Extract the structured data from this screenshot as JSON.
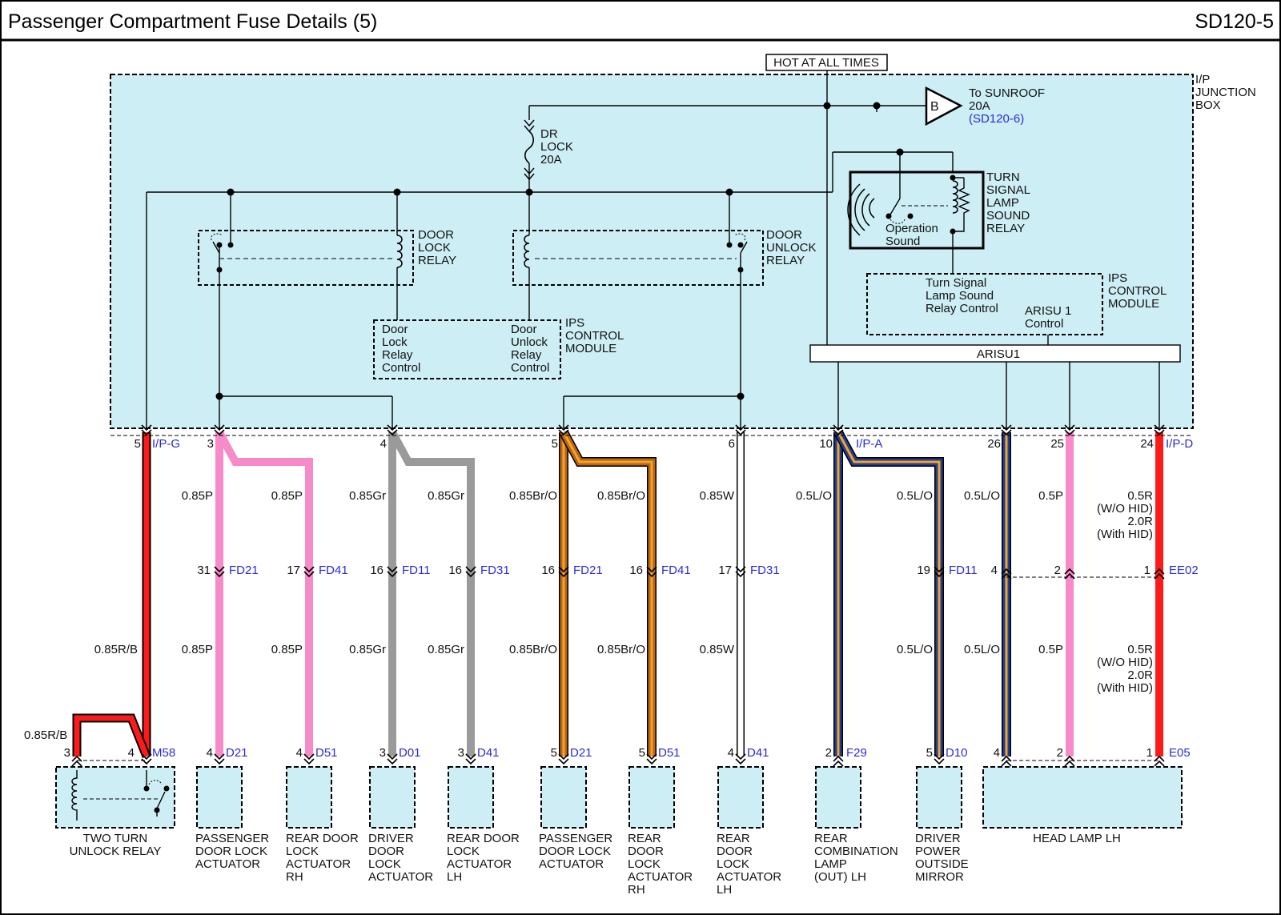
{
  "header": {
    "title": "Passenger Compartment Fuse Details (5)",
    "code": "SD120-5"
  },
  "colors": {
    "box_fill": "#cdeef4",
    "pink": "#f78ac8",
    "red": "#ff1a1a",
    "gray": "#9a9a9a",
    "brown": "#b5651d",
    "orange": "#f7a41d",
    "navy": "#1e3e9a",
    "white": "#ffffff"
  },
  "top": {
    "hot": "HOT AT ALL TIMES",
    "junction": [
      "I/P",
      "JUNCTION",
      "BOX"
    ],
    "sunroof": {
      "letter": "B",
      "lines": [
        "To SUNROOF",
        "20A"
      ],
      "ref": "(SD120-6)"
    },
    "fuse": [
      "DR",
      "LOCK",
      "20A"
    ],
    "door_lock_relay": [
      "DOOR",
      "LOCK",
      "RELAY"
    ],
    "door_unlock_relay": [
      "DOOR",
      "UNLOCK",
      "RELAY"
    ],
    "ips1": {
      "left": [
        "Door",
        "Lock",
        "Relay",
        "Control"
      ],
      "right": [
        "Door",
        "Unlock",
        "Relay",
        "Control"
      ],
      "name": [
        "IPS",
        "CONTROL",
        "MODULE"
      ]
    },
    "turn_relay": {
      "name": [
        "TURN",
        "SIGNAL",
        "LAMP",
        "SOUND",
        "RELAY"
      ],
      "inner": [
        "Operation",
        "Sound"
      ]
    },
    "ips2": {
      "left": [
        "Turn Signal",
        "Lamp Sound",
        "Relay Control"
      ],
      "right": [
        "ARISU 1",
        "Control"
      ],
      "name": [
        "IPS",
        "CONTROL",
        "MODULE"
      ]
    },
    "arisu": "ARISU1"
  },
  "connectors": {
    "ipg": "I/P-G",
    "ipa": "I/P-A",
    "ipd": "I/P-D",
    "fd21": "FD21",
    "fd41": "FD41",
    "fd11": "FD11",
    "fd31": "FD31",
    "ee02": "EE02",
    "m58": "M58",
    "d21": "D21",
    "d51": "D51",
    "d01": "D01",
    "d41": "D41",
    "f29": "F29",
    "d10": "D10",
    "e05": "E05"
  },
  "pins": {
    "ip": [
      "5",
      "3",
      "4",
      "5",
      "6",
      "10",
      "26",
      "25",
      "24"
    ],
    "mid": [
      "31",
      "17",
      "16",
      "16",
      "16",
      "16",
      "17",
      "19",
      "4",
      "2",
      "1"
    ],
    "bottom": [
      "3",
      "4",
      "4",
      "4",
      "3",
      "3",
      "5",
      "5",
      "4",
      "2",
      "5",
      "4",
      "2",
      "1"
    ]
  },
  "wires": {
    "upper": [
      "0.85P",
      "0.85P",
      "0.85Gr",
      "0.85Gr",
      "0.85Br/O",
      "0.85Br/O",
      "0.85W",
      "0.5L/O",
      "0.5L/O",
      "0.5L/O",
      "0.5P"
    ],
    "lower": [
      "0.85R/B",
      "0.85P",
      "0.85P",
      "0.85Gr",
      "0.85Gr",
      "0.85Br/O",
      "0.85Br/O",
      "0.85W",
      "0.5L/O",
      "0.5L/O",
      "0.5P"
    ],
    "red_spec": [
      "0.5R",
      "(W/O HID)",
      "2.0R",
      "(With HID)"
    ],
    "red_spec2": [
      "0.5R",
      "(W/O HID)",
      "2.0R",
      "(With HID)"
    ],
    "jumper": "0.85R/B"
  },
  "components": {
    "two_turn": [
      "TWO TURN",
      "UNLOCK RELAY"
    ],
    "pass_door": [
      "PASSENGER",
      "DOOR LOCK",
      "ACTUATOR"
    ],
    "rear_rh": [
      "REAR DOOR",
      "LOCK",
      "ACTUATOR",
      "RH"
    ],
    "driver_door": [
      "DRIVER",
      "DOOR",
      "LOCK",
      "ACTUATOR"
    ],
    "rear_lh": [
      "REAR DOOR",
      "LOCK",
      "ACTUATOR",
      "LH"
    ],
    "pass_door2": [
      "PASSENGER",
      "DOOR LOCK",
      "ACTUATOR"
    ],
    "rear_rh2": [
      "REAR",
      "DOOR",
      "LOCK",
      "ACTUATOR",
      "RH"
    ],
    "rear_lh2": [
      "REAR",
      "DOOR",
      "LOCK",
      "ACTUATOR",
      "LH"
    ],
    "rear_comb": [
      "REAR",
      "COMBINATION",
      "LAMP",
      "(OUT) LH"
    ],
    "mirror": [
      "DRIVER",
      "POWER",
      "OUTSIDE",
      "MIRROR"
    ],
    "headlamp": [
      "HEAD LAMP LH"
    ]
  }
}
